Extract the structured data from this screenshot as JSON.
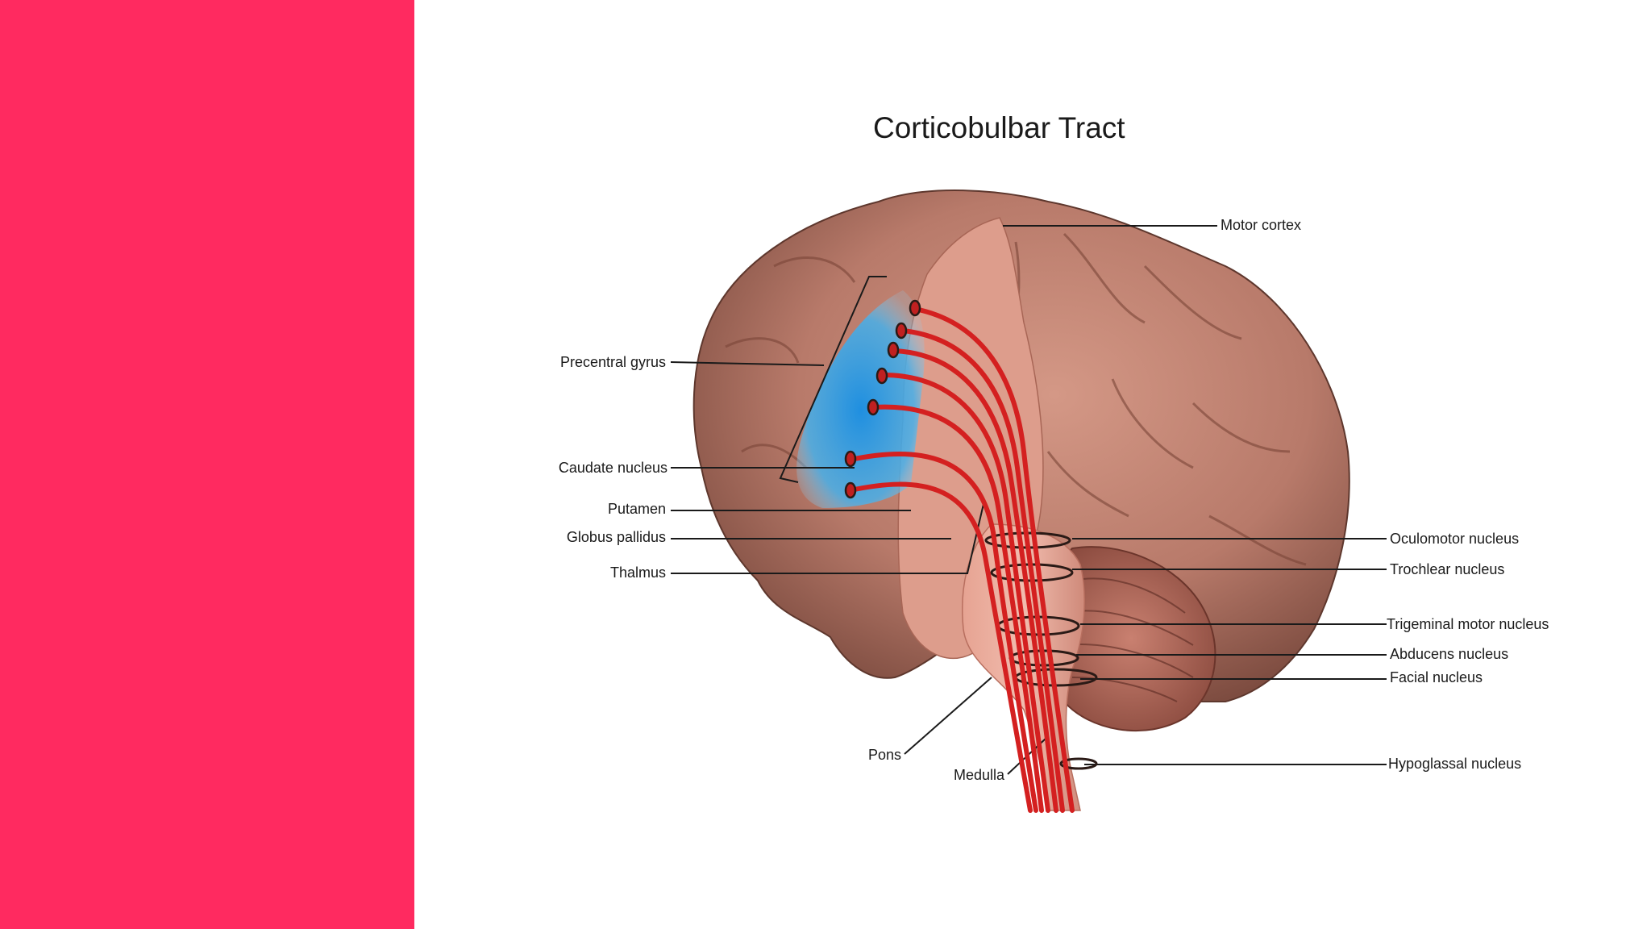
{
  "slide": {
    "accent_color": "#ff2a60",
    "background_color": "#ffffff"
  },
  "diagram": {
    "title": "Corticobulbar Tract",
    "labels_left": [
      {
        "key": "precentral",
        "text": "Precentral gyrus"
      },
      {
        "key": "caudate",
        "text": "Caudate nucleus"
      },
      {
        "key": "putamen",
        "text": "Putamen"
      },
      {
        "key": "globus",
        "text": "Globus pallidus"
      },
      {
        "key": "thalmus",
        "text": "Thalmus"
      }
    ],
    "labels_right": [
      {
        "key": "motor",
        "text": "Motor cortex"
      },
      {
        "key": "oculomotor",
        "text": "Oculomotor nucleus"
      },
      {
        "key": "trochlear",
        "text": "Trochlear nucleus"
      },
      {
        "key": "trigeminal",
        "text": "Trigeminal motor nucleus"
      },
      {
        "key": "abducens",
        "text": "Abducens nucleus"
      },
      {
        "key": "facial",
        "text": "Facial nucleus"
      },
      {
        "key": "hypoglossal",
        "text": "Hypoglassal nucleus"
      }
    ],
    "labels_bottom": [
      {
        "key": "pons",
        "text": "Pons"
      },
      {
        "key": "medulla",
        "text": "Medulla"
      }
    ],
    "colors": {
      "tract": "#d42020",
      "motor_area": "#2a9ee0",
      "brain": "#b87a6a",
      "brainstem": "#e8a496"
    }
  }
}
